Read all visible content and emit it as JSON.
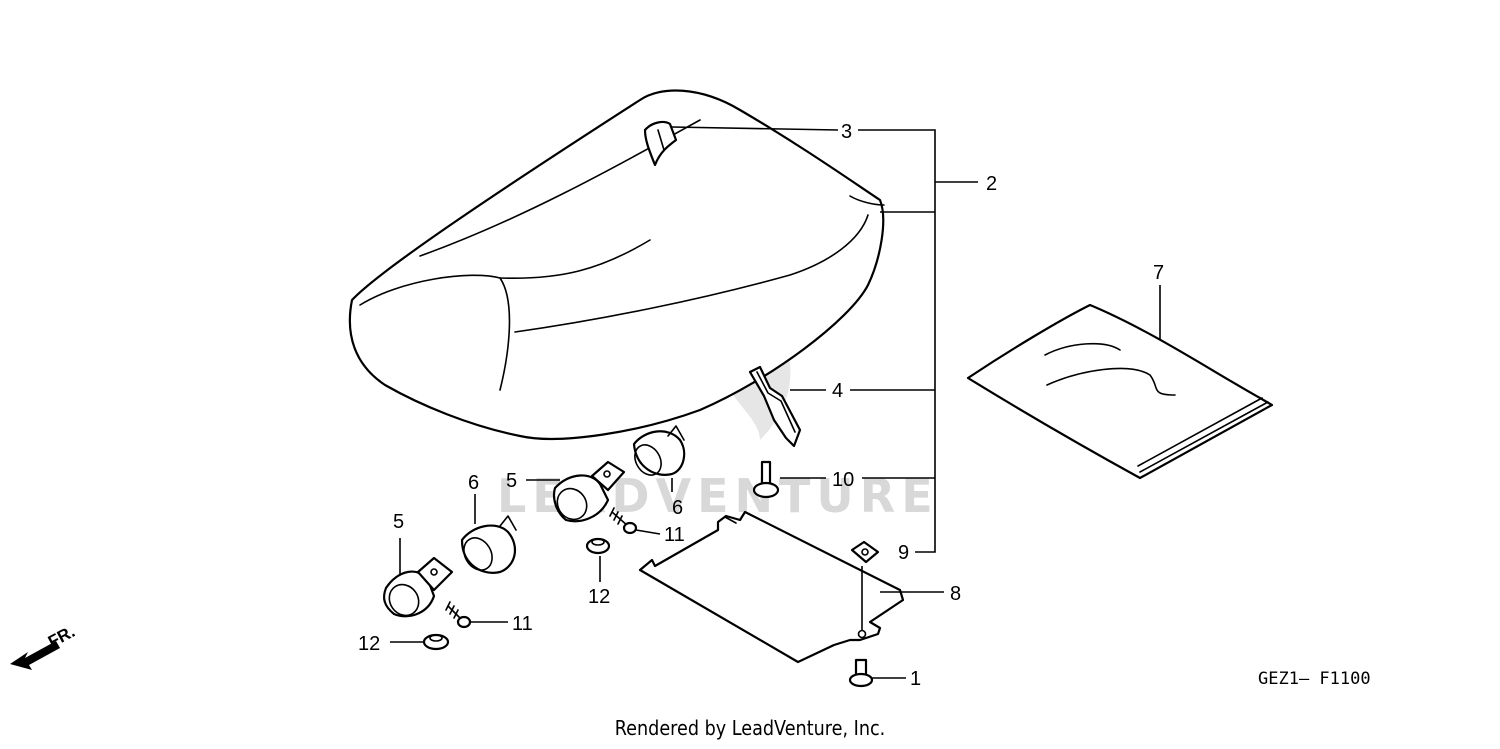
{
  "callouts": {
    "c1": "1",
    "c2": "2",
    "c3": "3",
    "c4": "4",
    "c5a": "5",
    "c5b": "5",
    "c6a": "6",
    "c6b": "6",
    "c7": "7",
    "c8": "8",
    "c9": "9",
    "c10": "10",
    "c11a": "11",
    "c11b": "11",
    "c12a": "12",
    "c12b": "12"
  },
  "front_marker": "FR.",
  "diagram_code": "GEZ1— F1100",
  "watermark": "LEADVENTURE",
  "footer": "Rendered by LeadVenture, Inc.",
  "colors": {
    "line": "#000000",
    "watermark": "#d8d8d8",
    "background": "#ffffff"
  }
}
